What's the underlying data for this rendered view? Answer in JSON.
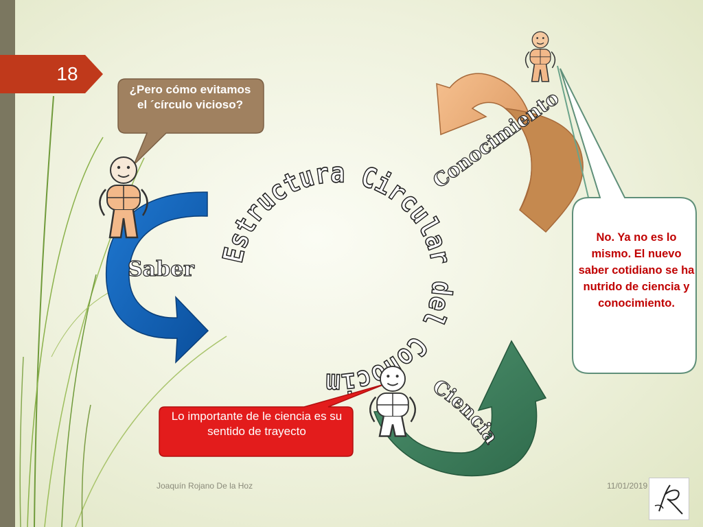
{
  "slide": {
    "number": "18",
    "title": "Estructura Circular del Conocimiento",
    "labels": {
      "saber": "Saber",
      "conocimiento": "Conocimiento",
      "ciencia": "Ciencia"
    },
    "callouts": {
      "question": "¿Pero cómo evitamos el ´círculo vicioso?",
      "answer": "No. Ya no es lo mismo. El nuevo saber cotidiano se ha nutrido de ciencia y conocimiento.",
      "science": "Lo importante de le ciencia es su sentido de trayecto"
    },
    "footer": {
      "author": "Joaquín Rojano De la Hoz",
      "date": "11/01/2019"
    }
  },
  "colors": {
    "badge": "#c0391b",
    "saber_arrow": "#0b5fb0",
    "conocimiento_arrow": "#f0b079",
    "ciencia_arrow": "#3f7f5c",
    "question_bubble": "#a08160",
    "answer_text": "#c00000",
    "science_bubble": "#e31c1c"
  },
  "icons": [
    "person-figure-icon",
    "signature-logo-icon"
  ]
}
